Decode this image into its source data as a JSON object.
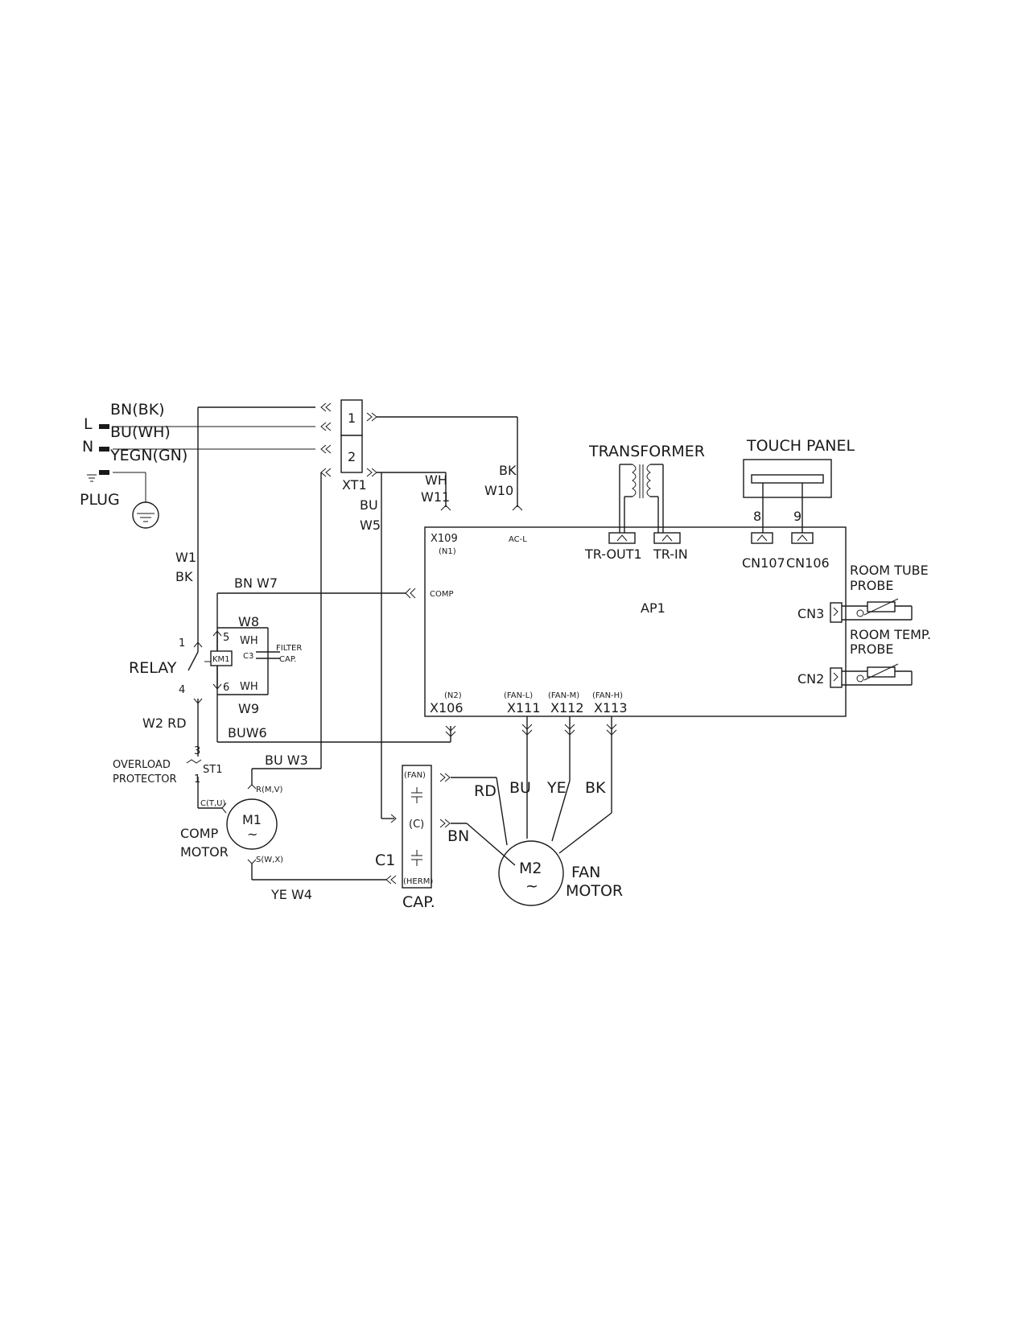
{
  "labels": {
    "l": "L",
    "n": "N",
    "bn_bk": "BN(BK)",
    "bu_wh": "BU(WH)",
    "yegn_gn": "YEGN(GN)",
    "plug": "PLUG",
    "term1": "1",
    "term2": "2",
    "xt1": "XT1",
    "bu": "BU",
    "w5": "W5",
    "wh": "WH",
    "w11": "W11",
    "bk": "BK",
    "w10": "W10",
    "w1": "W1",
    "bk2": "BK",
    "bn_w7": "BN W7",
    "w8": "W8",
    "wh_top": "WH",
    "wh_bot": "WH",
    "w9": "W9",
    "relay": "RELAY",
    "relay_1": "1",
    "relay_4": "4",
    "pin5": "5",
    "pin6": "6",
    "km1": "KM1",
    "c3": "C3",
    "filter": "FILTER",
    "cap_label": "CAP.",
    "w2_rd": "W2 RD",
    "buw6": "BUW6",
    "overload": "OVERLOAD",
    "protector": "PROTECTOR",
    "st1": "ST1",
    "op3": "3",
    "op1": "1",
    "bu_w3": "BU W3",
    "r_mv": "R(M,V)",
    "c_tu": "C(T,U)",
    "s_wx": "S(W,X)",
    "m1": "M1",
    "tilde": "~",
    "comp": "COMP",
    "motor": "MOTOR",
    "ye_w4": "YE W4",
    "cap_fan": "(FAN)",
    "cap_c": "(C)",
    "cap_herm": "(HERM)",
    "c1": "C1",
    "cap": "CAP.",
    "rd": "RD",
    "bu2": "BU",
    "ye": "YE",
    "bk3": "BK",
    "bn": "BN",
    "m2": "M2",
    "fan": "FAN",
    "fan_motor": "MOTOR",
    "x109": "X109",
    "n1": "(N1)",
    "acl": "AC-L",
    "comp_in": "COMP",
    "ap1": "AP1",
    "n2": "(N2)",
    "x106": "X106",
    "fanl": "(FAN-L)",
    "fanm": "(FAN-M)",
    "fanh": "(FAN-H)",
    "x111": "X111",
    "x112": "X112",
    "x113": "X113",
    "transformer": "TRANSFORMER",
    "tr_out1": "TR-OUT1",
    "tr_in": "TR-IN",
    "touch_panel": "TOUCH PANEL",
    "p8": "8",
    "p9": "9",
    "cn107": "CN107",
    "cn106": "CN106",
    "room_tube": "ROOM TUBE",
    "probe1": "PROBE",
    "cn3": "CN3",
    "room_temp": "ROOM TEMP.",
    "probe2": "PROBE",
    "cn2": "CN2"
  }
}
